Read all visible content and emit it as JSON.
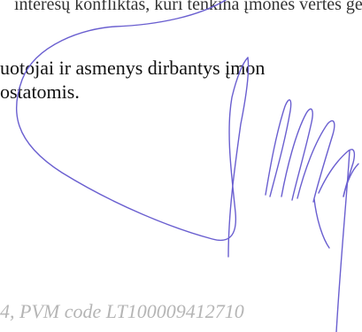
{
  "document": {
    "line_top": "interesų konfliktas,  kuri tenkina įmonės vertės gerėjimą",
    "line_1": "uotojai ir asmenys dirbantys įmon",
    "line_2": "ostatomis.",
    "footer_code": "4, PVM code LT100009412710"
  },
  "signature": {
    "ink_color": "#6a5fd0"
  }
}
